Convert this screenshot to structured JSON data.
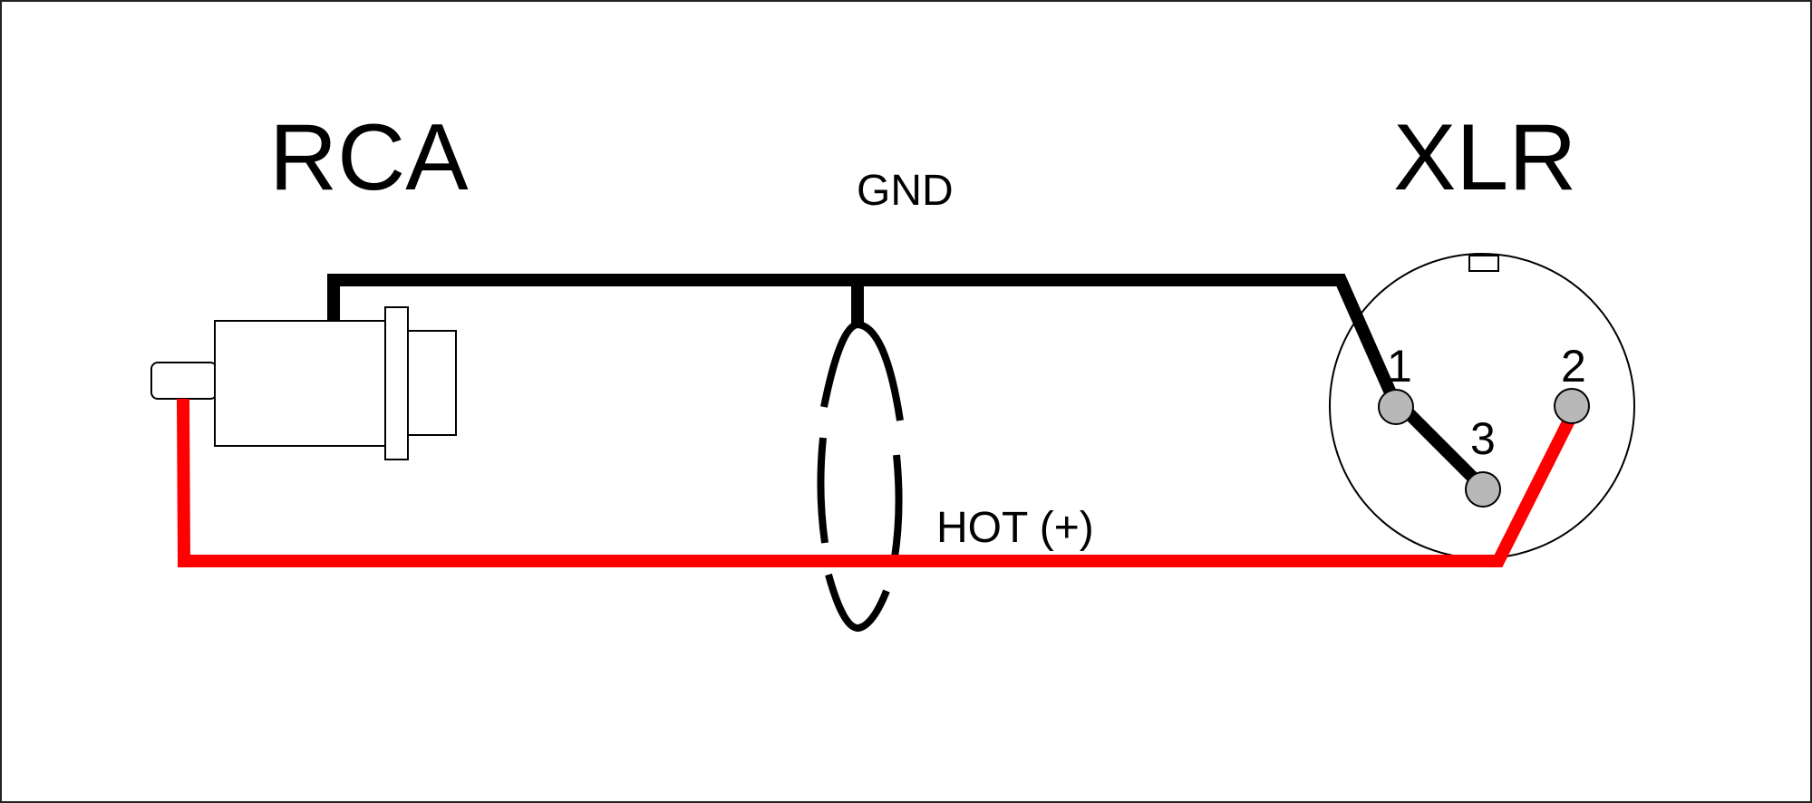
{
  "labels": {
    "rca": "RCA",
    "xlr": "XLR",
    "gnd": "GND",
    "hot": "HOT (+)"
  },
  "xlr_pins": [
    "1",
    "2",
    "3"
  ],
  "colors": {
    "ground_wire": "#000000",
    "hot_wire": "#ff0000",
    "pin_fill": "#b8b8b8",
    "outline": "#000000"
  }
}
